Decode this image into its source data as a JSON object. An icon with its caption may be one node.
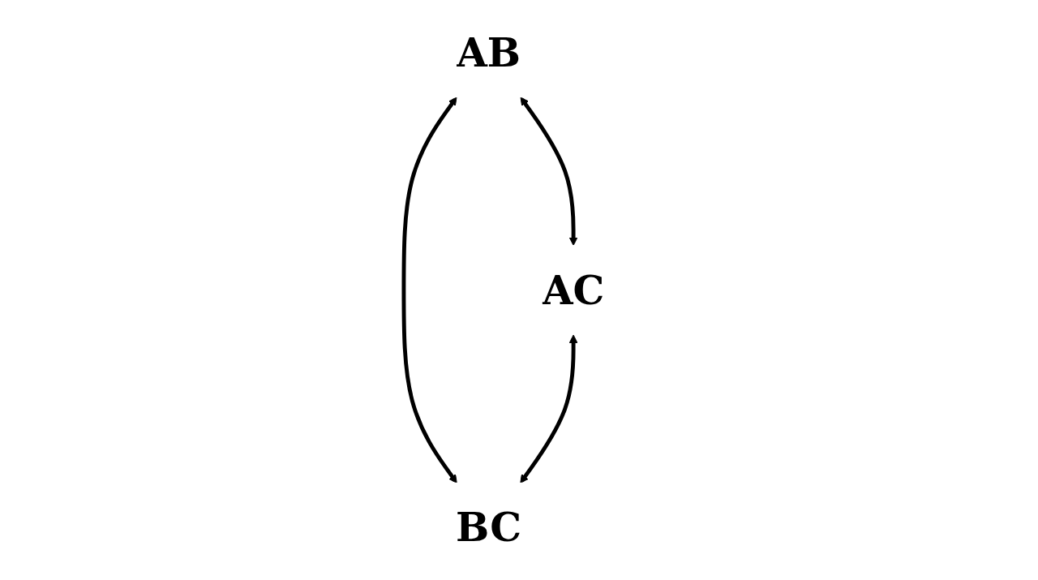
{
  "diagram": {
    "nodes": [
      {
        "text": [
          "AB"
        ]
      },
      {
        "text": [
          "AC"
        ]
      },
      {
        "text": [
          "BC"
        ]
      }
    ],
    "edges": [
      {
        "from": 0,
        "to": 1,
        "arrow": "both"
      },
      {
        "from": 0,
        "to": 2,
        "arrow": "both"
      },
      {
        "from": 1,
        "to": 2,
        "arrow": "both"
      }
    ]
  }
}
